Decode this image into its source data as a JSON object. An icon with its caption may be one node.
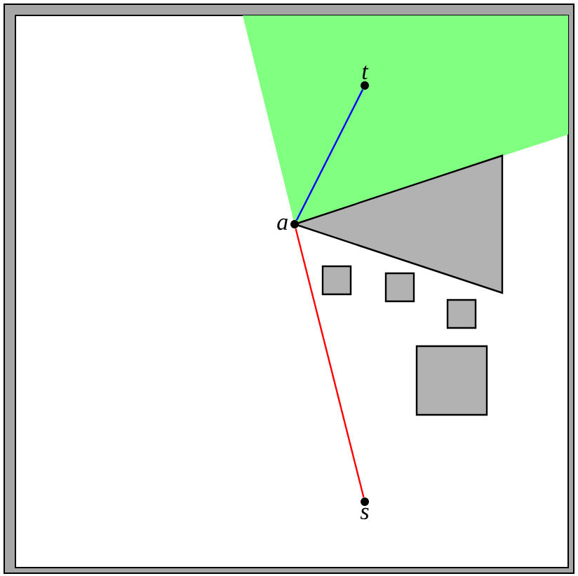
{
  "diagram": {
    "nodes": [
      {
        "text": [
          "t"
        ]
      },
      {
        "text": [
          "a"
        ]
      },
      {
        "text": [
          "s"
        ]
      }
    ],
    "edges": [
      {
        "from": 1,
        "to": 0,
        "arrow": "none",
        "color": "#0000ff"
      },
      {
        "from": 1,
        "to": 2,
        "arrow": "none",
        "color": "#ff0000"
      }
    ]
  }
}
